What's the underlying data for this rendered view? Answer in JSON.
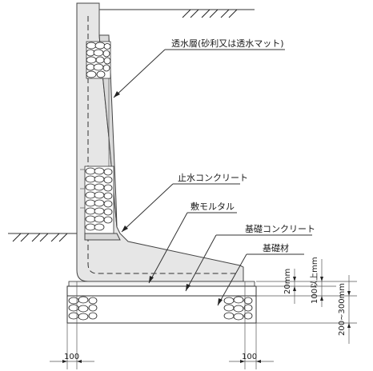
{
  "labels": {
    "drain_layer": "透水層(砂利又は透水マット)",
    "waterstop_concrete": "止水コンクリート",
    "bed_mortar": "敷モルタル",
    "foundation_concrete": "基礎コンクリート",
    "foundation_material": "基礎材"
  },
  "dimensions": {
    "mortar_thickness": "20mm",
    "concrete_thickness": "100以上mm",
    "material_thickness": "200~300mm",
    "left_offset": "100",
    "right_offset": "100"
  }
}
